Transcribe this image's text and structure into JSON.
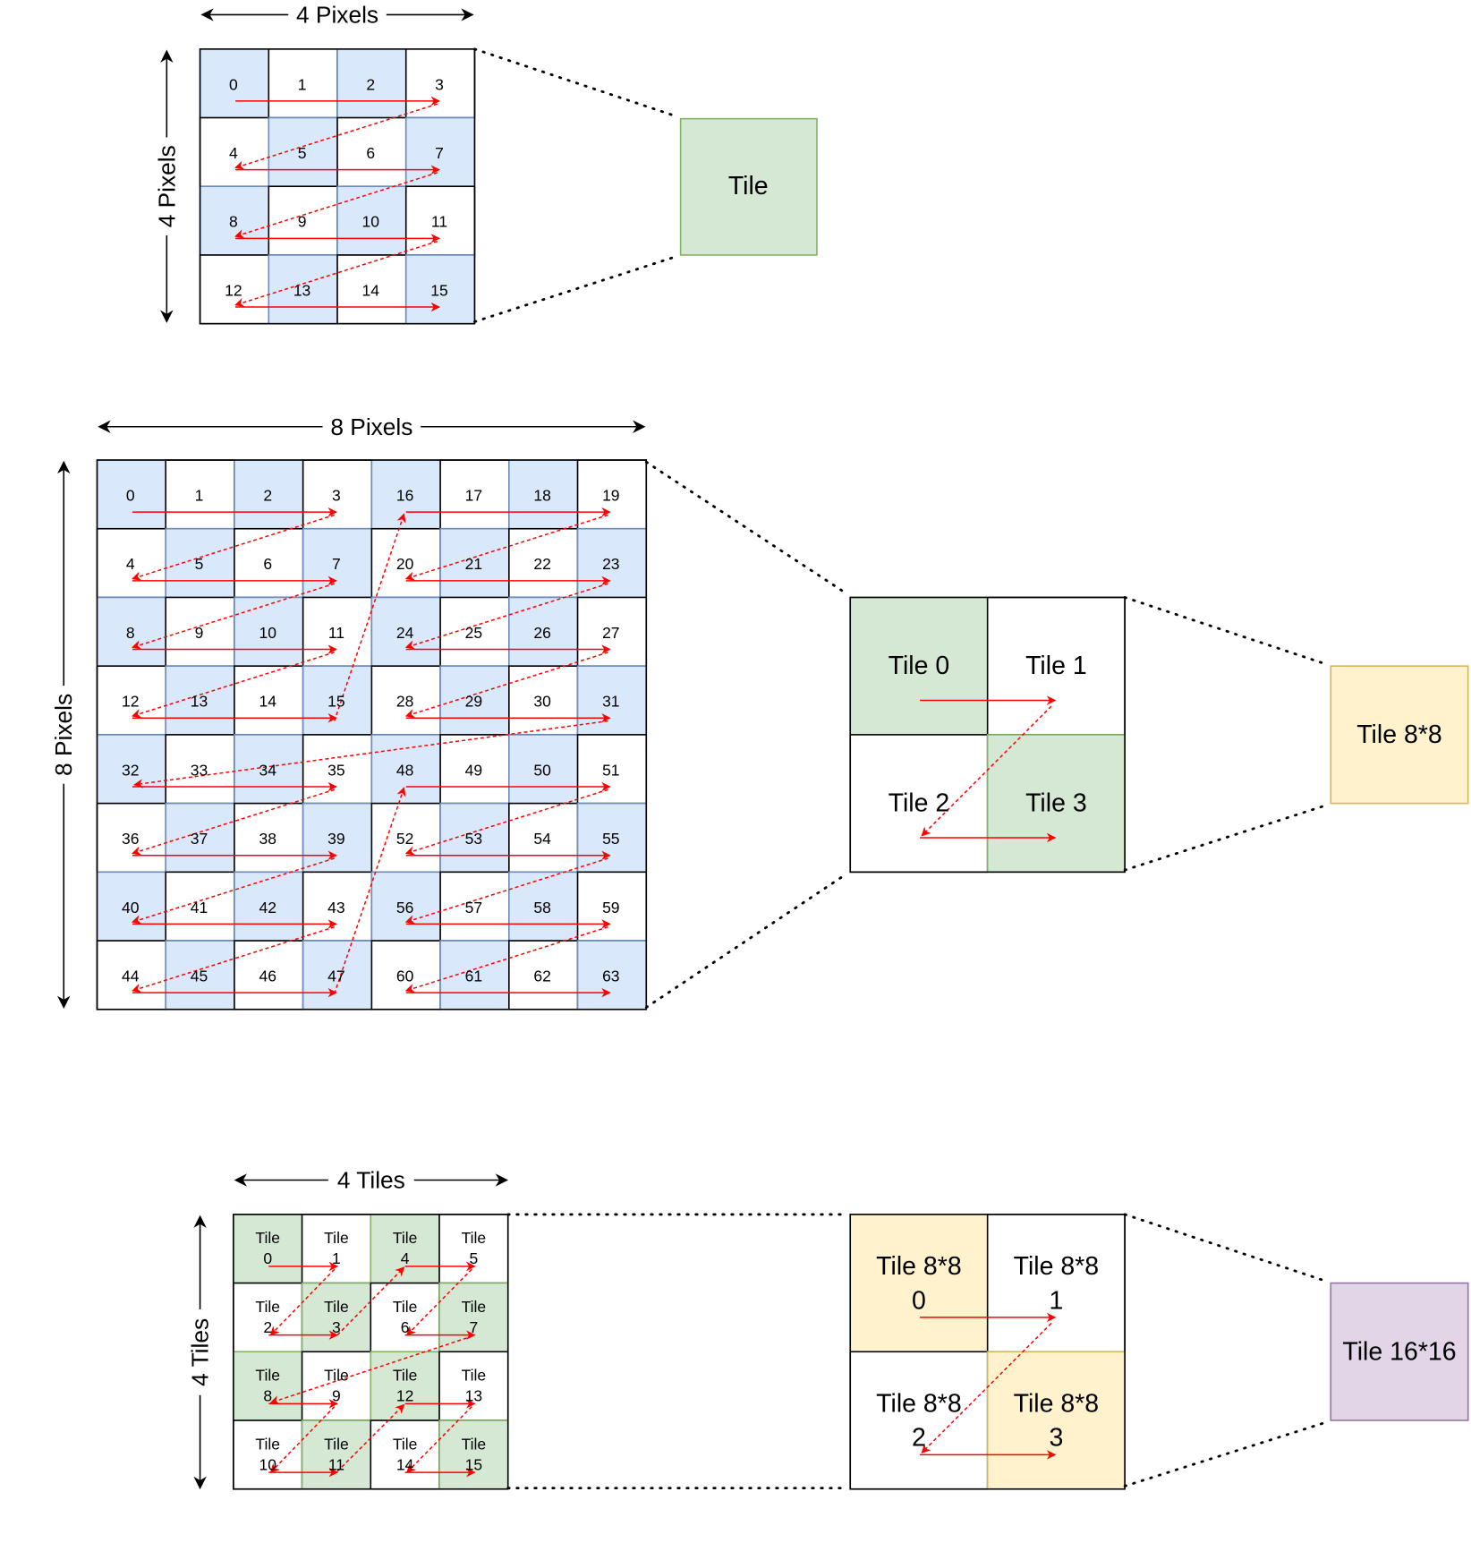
{
  "colors": {
    "pixel_blue": "#dae8fc",
    "pixel_blue_border": "#6c8ebf",
    "tile_green": "#d5e8d4",
    "tile_green_border": "#82b366",
    "tile8_yellow": "#fff2cc",
    "tile8_yellow_border": "#d6b656",
    "tile16_purple": "#e1d5e7",
    "tile16_purple_border": "#9673a6",
    "arrow_red": "#ff0000"
  },
  "section1": {
    "width_label": "4 Pixels",
    "height_label": "4 Pixels",
    "cells": [
      "0",
      "1",
      "2",
      "3",
      "4",
      "5",
      "6",
      "7",
      "8",
      "9",
      "10",
      "11",
      "12",
      "13",
      "14",
      "15"
    ],
    "result_label": "Tile"
  },
  "section2": {
    "width_label": "8 Pixels",
    "height_label": "8 Pixels",
    "cells": [
      "0",
      "1",
      "2",
      "3",
      "16",
      "17",
      "18",
      "19",
      "4",
      "5",
      "6",
      "7",
      "20",
      "21",
      "22",
      "23",
      "8",
      "9",
      "10",
      "11",
      "24",
      "25",
      "26",
      "27",
      "12",
      "13",
      "14",
      "15",
      "28",
      "29",
      "30",
      "31",
      "32",
      "33",
      "34",
      "35",
      "48",
      "49",
      "50",
      "51",
      "36",
      "37",
      "38",
      "39",
      "52",
      "53",
      "54",
      "55",
      "40",
      "41",
      "42",
      "43",
      "56",
      "57",
      "58",
      "59",
      "44",
      "45",
      "46",
      "47",
      "60",
      "61",
      "62",
      "63"
    ],
    "tiles": [
      "Tile 0",
      "Tile 1",
      "Tile 2",
      "Tile 3"
    ],
    "result_label": "Tile 8*8"
  },
  "section3": {
    "width_label": "4 Tiles",
    "height_label": "4 Tiles",
    "cells": [
      [
        "Tile",
        "0"
      ],
      [
        "Tile",
        "1"
      ],
      [
        "Tile",
        "4"
      ],
      [
        "Tile",
        "5"
      ],
      [
        "Tile",
        "2"
      ],
      [
        "Tile",
        "3"
      ],
      [
        "Tile",
        "6"
      ],
      [
        "Tile",
        "7"
      ],
      [
        "Tile",
        "8"
      ],
      [
        "Tile",
        "9"
      ],
      [
        "Tile",
        "12"
      ],
      [
        "Tile",
        "13"
      ],
      [
        "Tile",
        "10"
      ],
      [
        "Tile",
        "11"
      ],
      [
        "Tile",
        "14"
      ],
      [
        "Tile",
        "15"
      ]
    ],
    "tiles": [
      [
        "Tile 8*8",
        "0"
      ],
      [
        "Tile 8*8",
        "1"
      ],
      [
        "Tile 8*8",
        "2"
      ],
      [
        "Tile 8*8",
        "3"
      ]
    ],
    "result_label": "Tile 16*16"
  }
}
